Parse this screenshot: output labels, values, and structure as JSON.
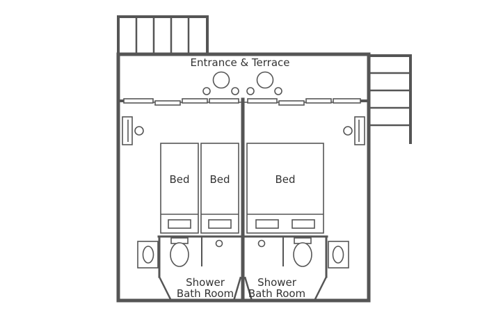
{
  "labels": {
    "entrance": "Entrance & Terrace",
    "bed_1": "Bed",
    "bed_2": "Bed",
    "bed_3": "Bed",
    "shower_left": "Shower",
    "bath_left": "Bath Room",
    "shower_right": "Shower",
    "bath_right": "Bath Room"
  },
  "colors": {
    "wall": "#555555",
    "text": "#333333",
    "background": "#ffffff"
  }
}
